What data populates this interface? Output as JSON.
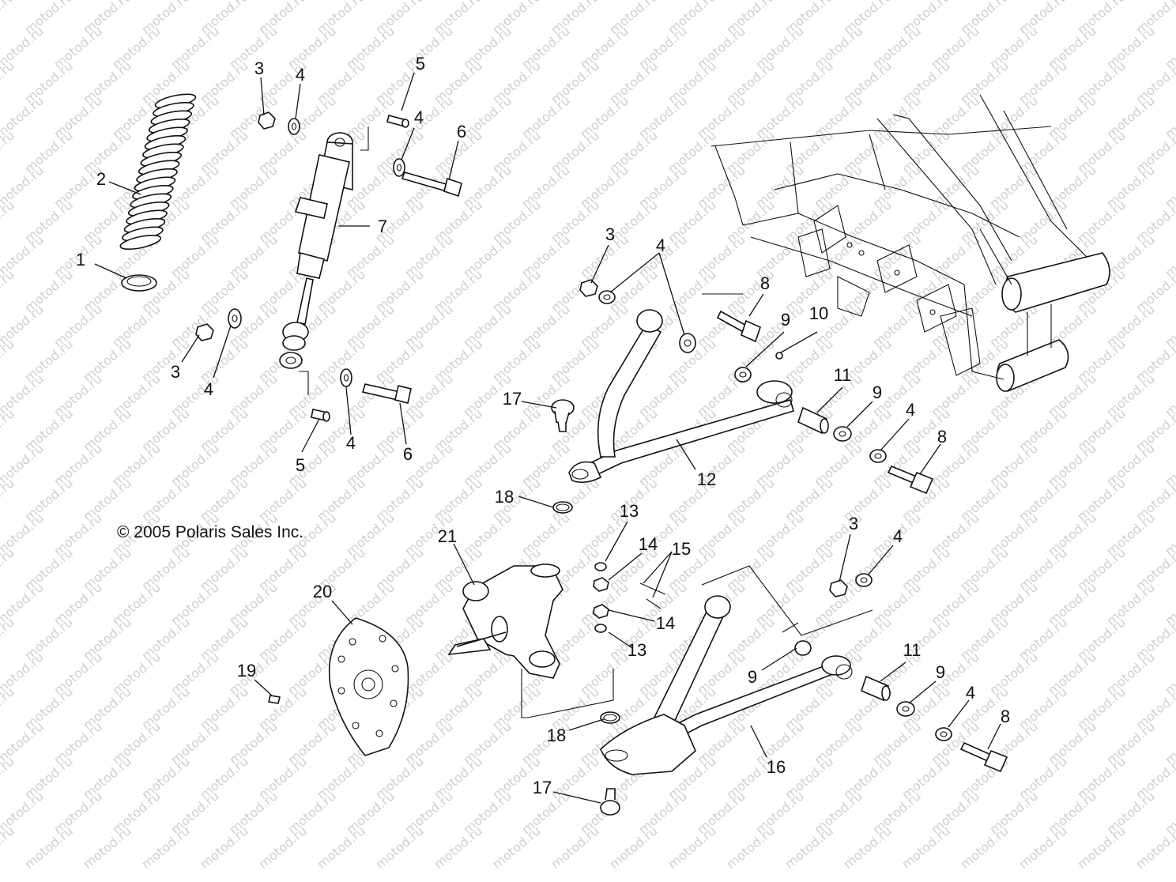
{
  "copyright": "© 2005 Polaris Sales Inc.",
  "watermark": "motod.ru",
  "callouts": [
    "1",
    "2",
    "3",
    "4",
    "5",
    "4",
    "6",
    "7",
    "3",
    "4",
    "5",
    "4",
    "6",
    "3",
    "4",
    "8",
    "9",
    "10",
    "17",
    "11",
    "9",
    "4",
    "8",
    "12",
    "18",
    "13",
    "14",
    "15",
    "14",
    "13",
    "21",
    "3",
    "4",
    "20",
    "19",
    "9",
    "11",
    "9",
    "4",
    "8",
    "18",
    "16",
    "17"
  ],
  "colors": {
    "line": "#111111",
    "watermark": "#cfcfcf",
    "background": "#ffffff"
  }
}
